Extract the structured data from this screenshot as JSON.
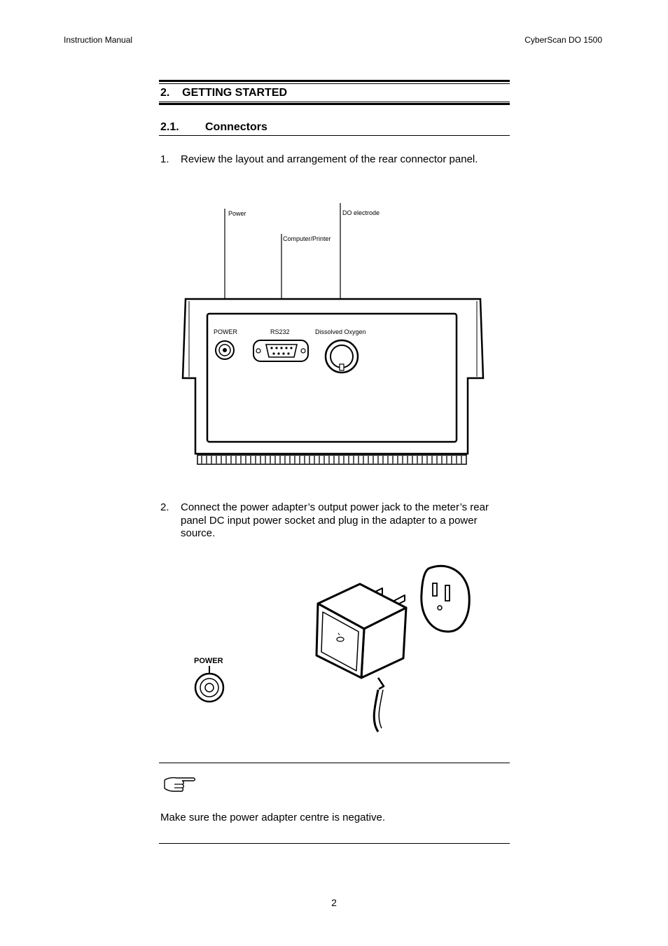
{
  "header": {
    "left": "Instruction Manual",
    "right": "CyberScan DO 1500"
  },
  "section": {
    "number": "2.",
    "title": "GETTING STARTED"
  },
  "subsection": {
    "number": "2.1.",
    "title": "Connectors"
  },
  "steps": [
    {
      "number": "1.",
      "text": "Review the layout and arrangement of the rear connector panel."
    },
    {
      "number": "2.",
      "text": "Connect the power adapter’s output power jack to the meter’s rear panel DC input power socket and plug in the adapter to a power source."
    }
  ],
  "panel_figure": {
    "callouts": {
      "power": "Power",
      "computer": "Computer/Printer",
      "do_electrode": "DO electrode"
    },
    "panel_labels": {
      "power": "POWER",
      "rs232": "RS232",
      "dissolved_oxygen": "Dissolved Oxygen"
    }
  },
  "adapter_figure": {
    "power_label": "POWER"
  },
  "note": {
    "icon": "pointing-hand-icon",
    "text": "Make sure the power adapter centre is negative."
  },
  "footer": {
    "page_number": "2"
  }
}
